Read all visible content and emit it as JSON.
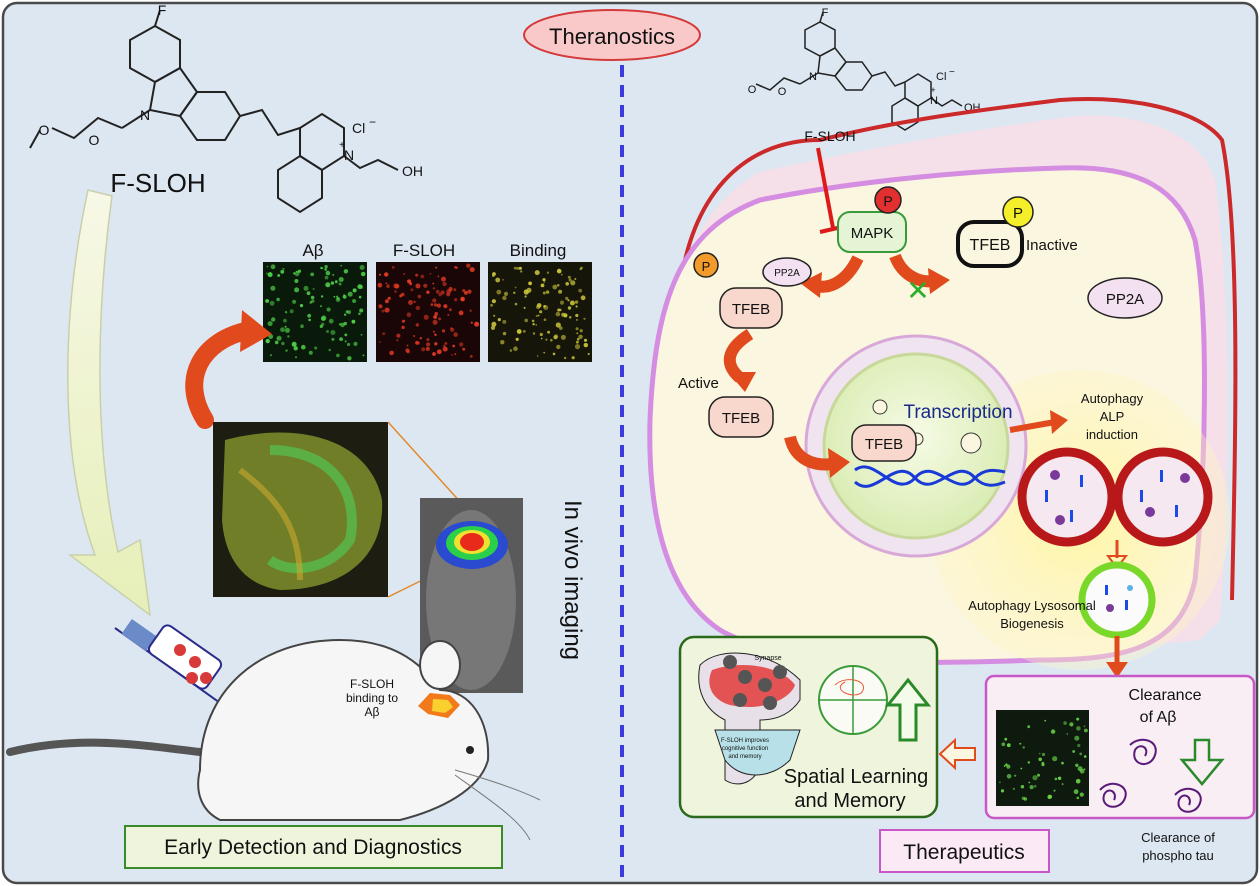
{
  "header": {
    "title": "Theranostics"
  },
  "left": {
    "compound_label": "F-SLOH",
    "chem_atoms": {
      "fluorine": "F",
      "nitrogen": "N",
      "charge": "+",
      "chloride": "Cl",
      "chloride_charge": "−",
      "hydroxyl": "OH",
      "ether_o1": "O",
      "ether_o2": "O"
    },
    "panels": [
      {
        "label": "Aβ",
        "color": "#4fd14a"
      },
      {
        "label": "F-SLOH",
        "color": "#e23a22"
      },
      {
        "label": "Binding",
        "color": "#c8c23a"
      }
    ],
    "vertical_label": "In vivo imaging",
    "binding_label": {
      "line1": "F-SLOH",
      "line2": "binding to",
      "line3": "Aβ"
    },
    "footer_label": "Early Detection and Diagnostics"
  },
  "right": {
    "compound_label": "F-SLOH",
    "chem_atoms": {
      "fluorine": "F",
      "nitrogen": "N",
      "charge": "+",
      "chloride": "Cl",
      "chloride_charge": "−",
      "hydroxyl": "OH",
      "ether_o1": "O",
      "ether_o2": "O"
    },
    "nodes": {
      "mapk": "MAPK",
      "p": "P",
      "tfeb": "TFEB",
      "inactive": "Inactive",
      "pp2a": "PP2A",
      "active": "Active",
      "transcription": "Transcription",
      "autophagy_alp": {
        "line1": "Autophagy",
        "line2": "ALP",
        "line3": "induction"
      },
      "lysosomal": {
        "line1": "Autophagy Lysosomal",
        "line2": "Biogenesis"
      }
    },
    "boxes": {
      "synapse": "Synapse",
      "synapse_note": {
        "line1": "F-SLOH improves",
        "line2": "cognitive function",
        "line3": "and memory"
      },
      "spatial": {
        "line1": "Spatial Learning",
        "line2": "and Memory"
      },
      "clearance_ab": {
        "line1": "Clearance",
        "line2": "of Aβ"
      },
      "clearance_tau": {
        "line1": "Clearance of",
        "line2": "phospho tau"
      }
    },
    "footer_label": "Therapeutics"
  },
  "colors": {
    "background_panel": "#dde7f2",
    "dashed_divider": "#3a3adf",
    "header_fill": "#f9c9c9",
    "header_stroke": "#d53a3a",
    "cell_membrane": "#cc2a2a",
    "cell_inner": "#fbf6df",
    "cell_border": "#d48de0",
    "nucleus_fill": "#e9f3cc",
    "arrow_red": "#e14a1c",
    "green_box": "#eef5dc",
    "pink_box": "#f8eef4"
  }
}
